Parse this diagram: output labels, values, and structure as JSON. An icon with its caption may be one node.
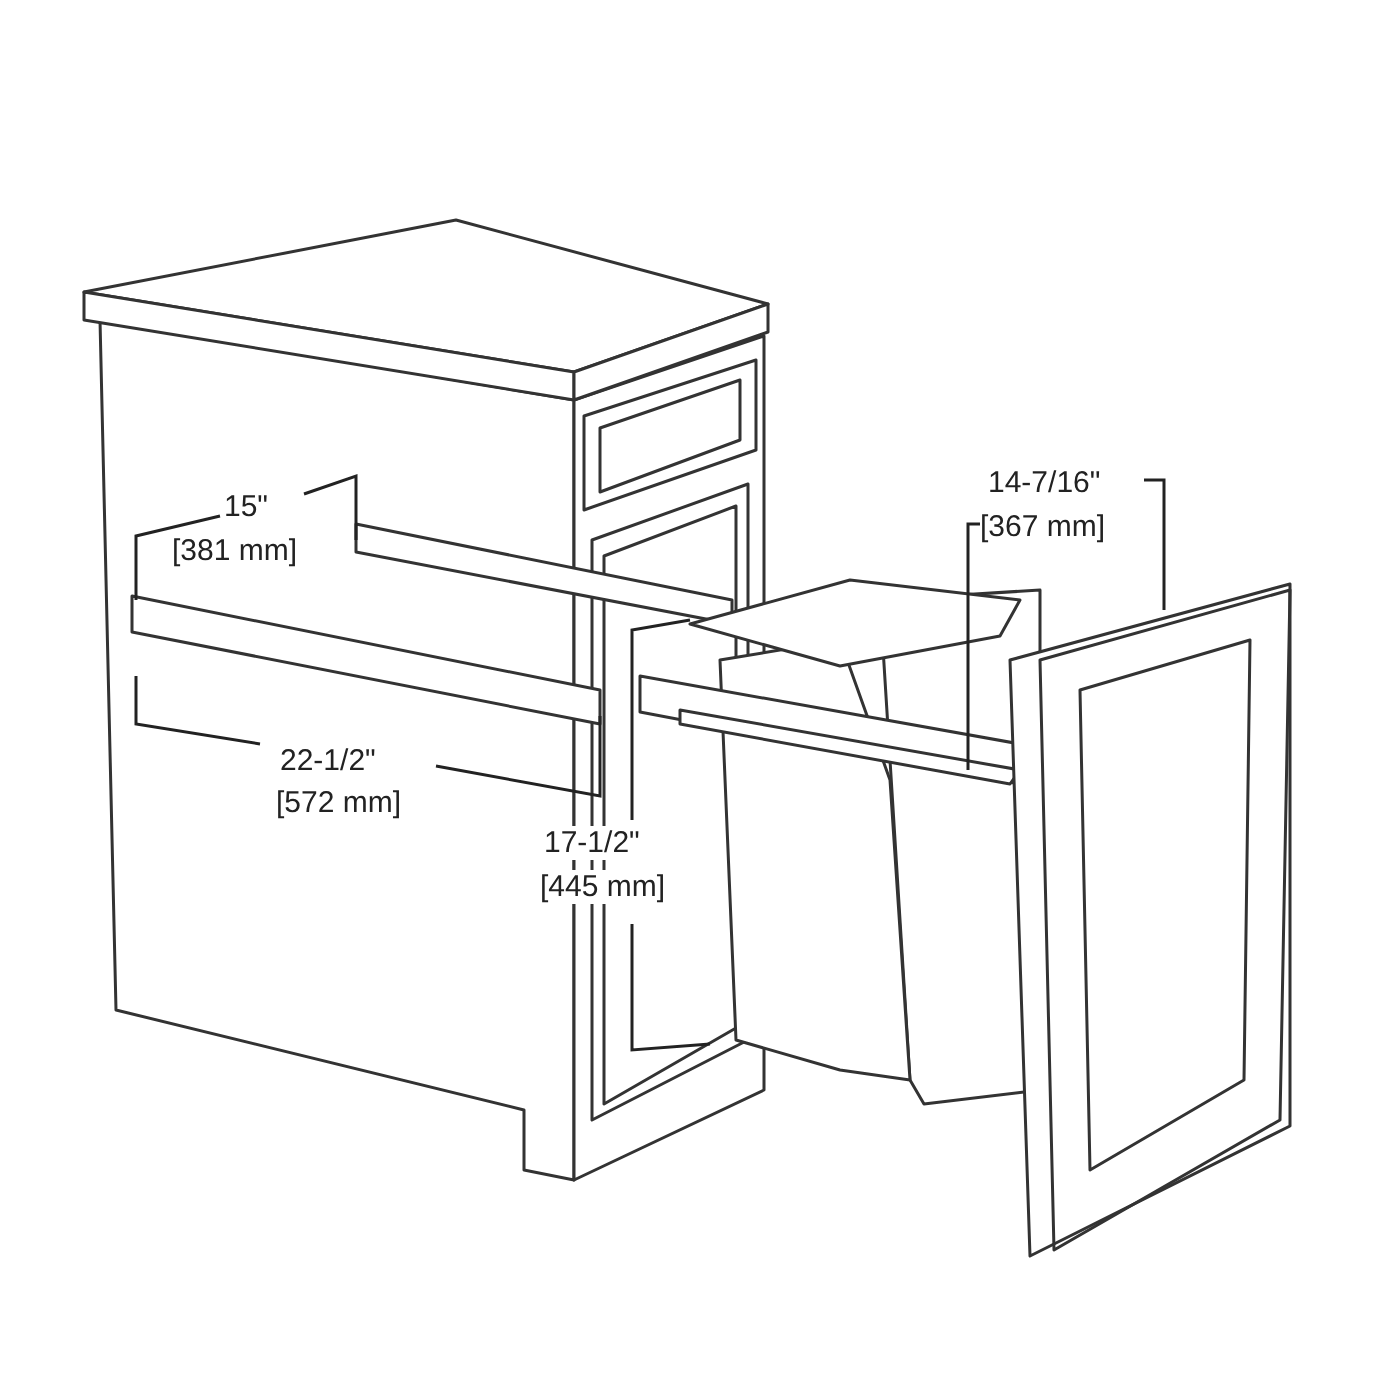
{
  "diagram": {
    "labels": [
      "15\"",
      "[381 mm]",
      "22-1/2\"",
      "[572 mm]",
      "17-1/2\"",
      "[445 mm]",
      "14-7/16\"",
      "[367 mm]"
    ]
  }
}
